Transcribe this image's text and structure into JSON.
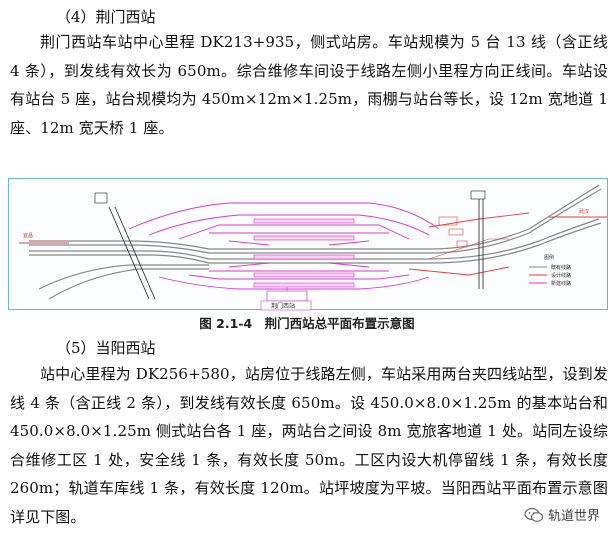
{
  "section4": {
    "heading": "（4）荆门西站",
    "body": "荆门西站车站中心里程 DK213+935，侧式站房。车站规模为 5 台 13 线（含正线 4 条），到发线有效长为 650m。综合维修车间设于线路左侧小里程方向正线间。车站设有站台 5 座，站台规模均为 450m×12m×1.25m，雨棚与站台等长，设 12m 宽地道 1 座、12m 宽天桥 1 座。"
  },
  "figure": {
    "caption": "图 2.1-4　荆门西站总平面布置示意图",
    "station_label": "荆门西站",
    "left_label": "宜昌",
    "right_label": "武汉",
    "legend_title": "图例",
    "legend_items": [
      "既有线路",
      "设计线路",
      "新建线路"
    ],
    "colors": {
      "track_grey": "#888888",
      "track_magenta": "#d63ad0",
      "track_red": "#e0453a",
      "frame": "#6fb3d6"
    }
  },
  "section5": {
    "heading": "（5）当阳西站",
    "body": "站中心里程为 DK256+580，站房位于线路左侧，车站采用两台夹四线站型，设到发线 4 条（含正线 2 条），到发线有效长度 650m。设 450.0×8.0×1.25m 的基本站台和 450.0×8.0×1.25m 侧式站台各 1 座，两站台之间设 8m 宽旅客地道 1 处。站同左设综合维修工区 1 处，安全线 1 条，有效长度 50m。工区内设大机停留线 1 条，有效长度 260m；轨道车库线 1 条，有效长度 120m。站坪坡度为平坡。当阳西站平面布置示意图详见下图。"
  },
  "watermark": {
    "text": "轨道世界",
    "icon": "wechat-icon"
  }
}
